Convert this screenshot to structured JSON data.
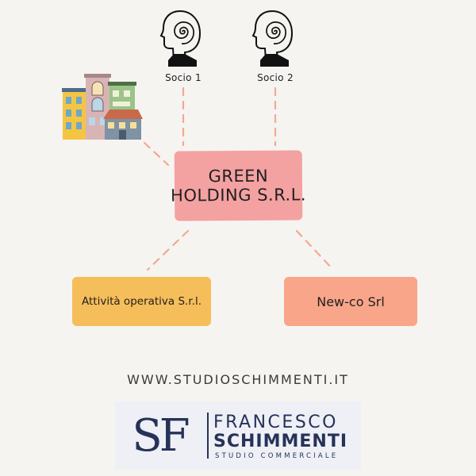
{
  "diagram": {
    "partners": [
      {
        "label": "Socio 1"
      },
      {
        "label": "Socio 2"
      }
    ],
    "holding": {
      "line1": "GREEN",
      "line2": "HOLDING S.R.L."
    },
    "subsidiaries": [
      {
        "label": "Attività operativa S.r.l."
      },
      {
        "label": "New-co Srl"
      }
    ],
    "icons": {
      "partner": "head-spiral-icon",
      "property": "buildings-icon"
    }
  },
  "footer": {
    "website": "WWW.STUDIOSCHIMMENTI.IT",
    "logo": {
      "mark": "SF",
      "first_name": "FRANCESCO",
      "last_name": "SCHIMMENTI",
      "subtitle": "STUDIO COMMERCIALE"
    }
  },
  "colors": {
    "background": "#f6f4f1",
    "holding": "#f4a1a1",
    "attivita": "#f6be5a",
    "newco": "#f9a58a",
    "connector": "#f2a98e",
    "logo_navy": "#263259"
  }
}
